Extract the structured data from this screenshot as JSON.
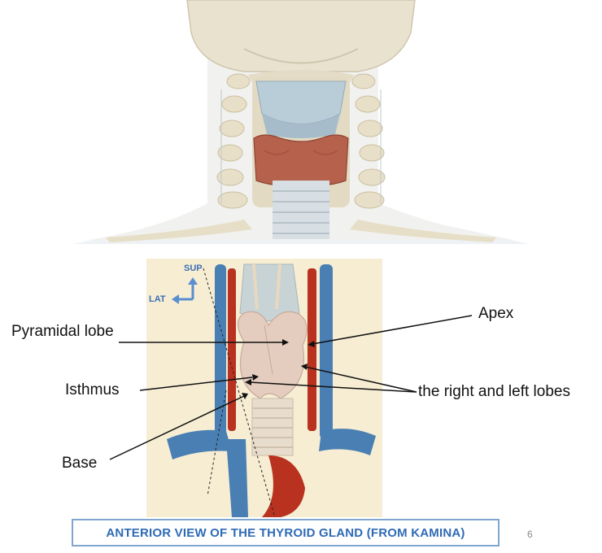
{
  "labels": {
    "pyramidal": "Pyramidal lobe",
    "isthmus": "Isthmus",
    "base": "Base",
    "apex": "Apex",
    "lobes": "the right and left lobes"
  },
  "directions": {
    "sup": "SUP",
    "lat": "LAT"
  },
  "caption": "ANTERIOR VIEW OF THE THYROID GLAND (FROM KAMINA)",
  "slide_number": "6",
  "colors": {
    "bone": "#e8e0cc",
    "thyroid_top": "#b5614b",
    "vein": "#4a7fb3",
    "artery": "#b8321f",
    "caption_blue": "#2f6bb5",
    "bottom_bg": "#f6edd3"
  }
}
